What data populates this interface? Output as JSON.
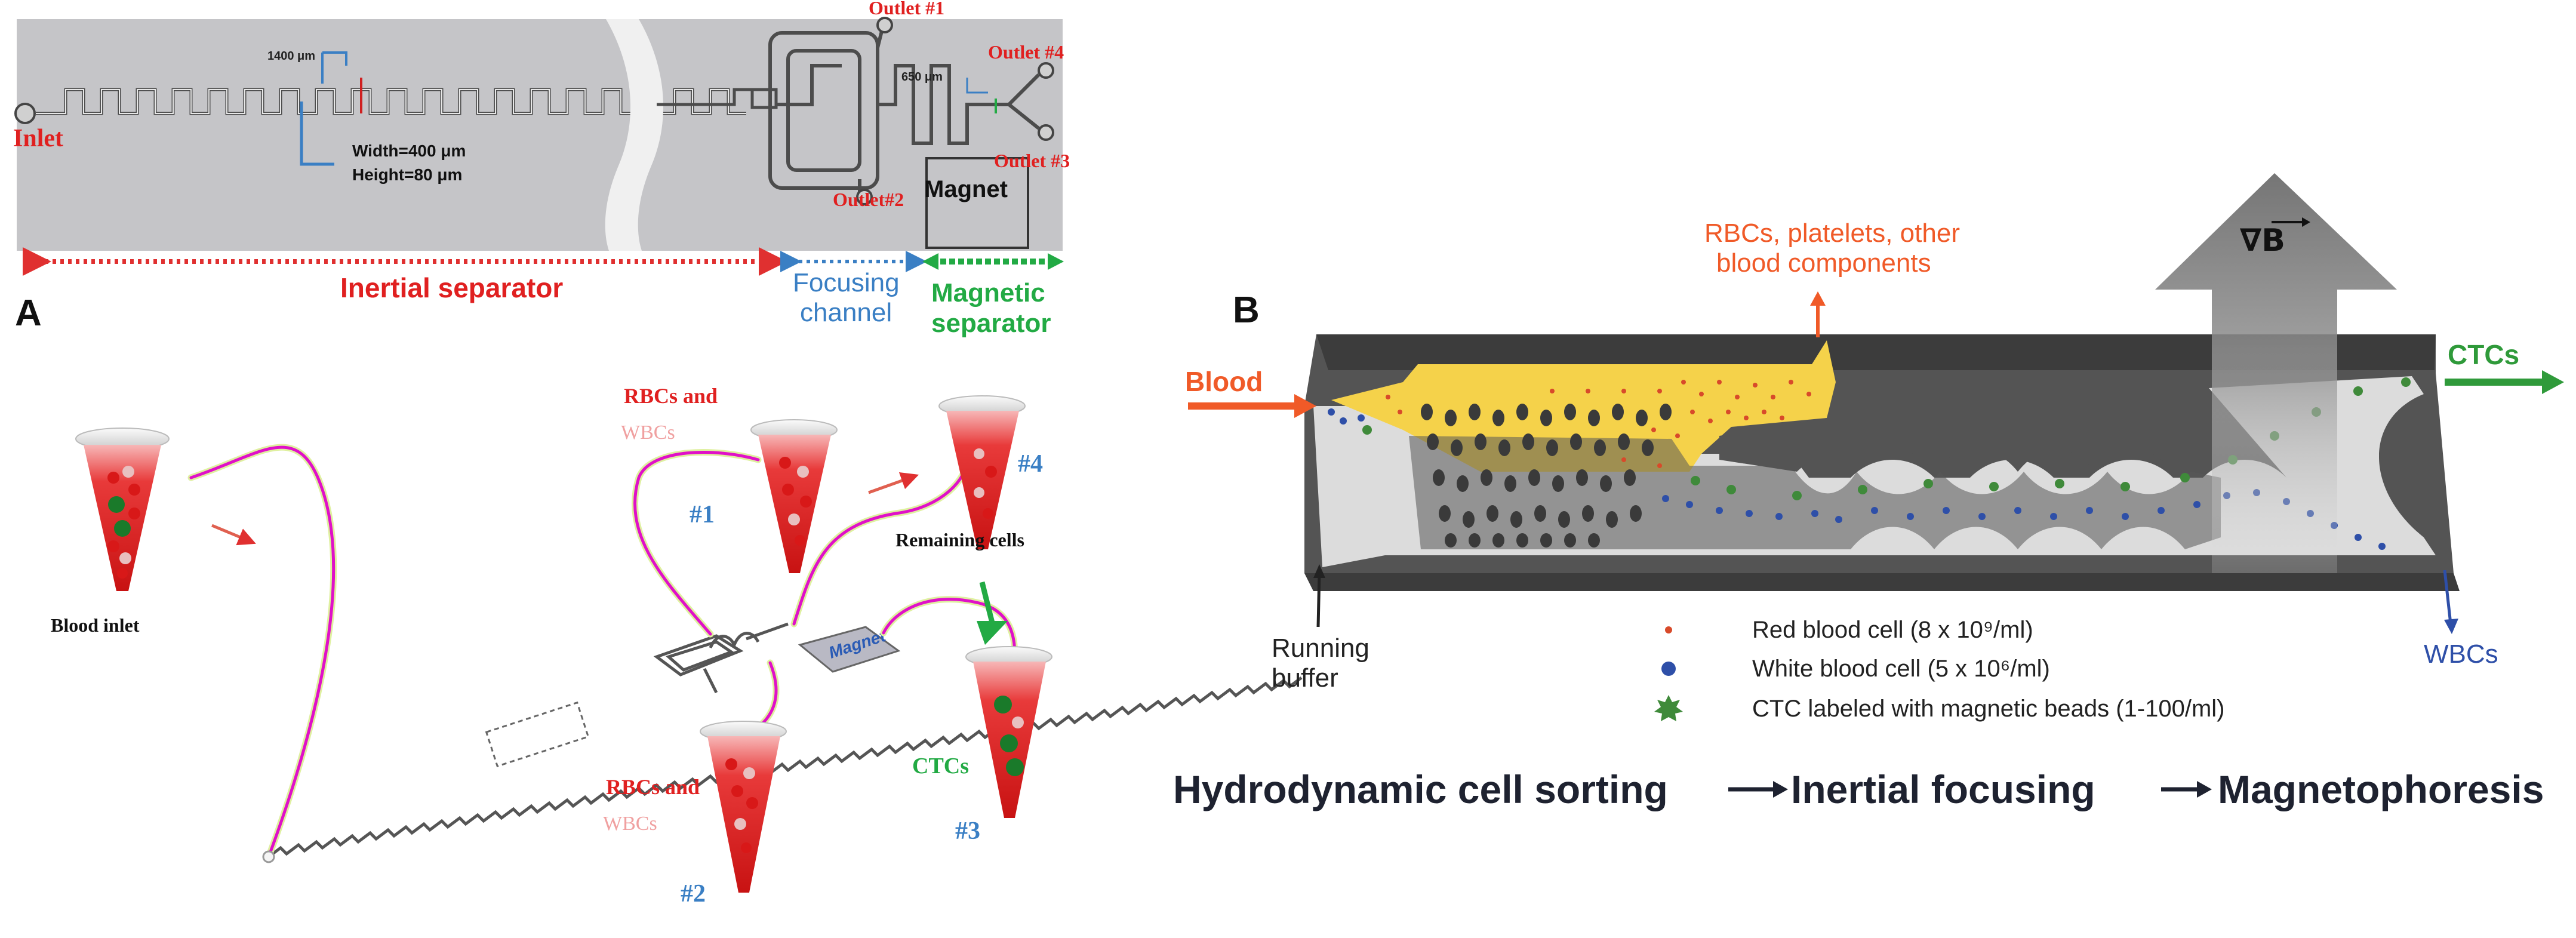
{
  "panel_a_top": {
    "panel_label": "A",
    "inlet": "Inlet",
    "outlet1": "Outlet #1",
    "outlet2": "Outlet#2",
    "outlet3": "Outlet #3",
    "outlet4": "Outlet #4",
    "dim_1400": "1400 μm",
    "dim_650": "650 μm",
    "width": "Width=400 μm",
    "height": "Height=80 μm",
    "magnet": "Magnet",
    "inertial": "Inertial separator",
    "focusing_1": "Focusing",
    "focusing_2": "channel",
    "magnetic_1": "Magnetic",
    "magnetic_2": "separator"
  },
  "panel_a_bottom": {
    "blood_inlet": "Blood inlet",
    "rbcs_and_1": "RBCs and",
    "wbcs_1": "WBCs",
    "num1": "#1",
    "num4": "#4",
    "remaining": "Remaining cells",
    "magnet_chip": "Magnet",
    "rbcs_and_2": "RBCs and",
    "wbcs_2": "WBCs",
    "num2": "#2",
    "ctcs": "CTCs",
    "num3": "#3"
  },
  "panel_b": {
    "panel_label": "B",
    "grad_b": "∇B",
    "rbc_top_1": "RBCs, platelets, other",
    "rbc_top_2": "blood components",
    "blood": "Blood",
    "ctcs": "CTCs",
    "running_1": "Running",
    "running_2": "buffer",
    "wbcs": "WBCs",
    "legend": [
      {
        "label": "Red blood cell (8 x 10⁹/ml)",
        "symbol": "red-dot",
        "color": "#d84a2a"
      },
      {
        "label": "White blood cell (5 x 10⁶/ml)",
        "symbol": "blue-dot",
        "color": "#2e4fa8"
      },
      {
        "label": "CTC labeled with magnetic beads (1-100/ml)",
        "symbol": "green-star",
        "color": "#3f8a3a"
      }
    ],
    "flow": [
      "Hydrodynamic cell sorting",
      "Inertial focusing",
      "Magnetophoresis"
    ]
  },
  "colors": {
    "red_label": "#e02020",
    "blue_label": "#3a7fc4",
    "green_label": "#22aa44",
    "tube_red": "#e0262a",
    "ctc_green": "#1a7a2a",
    "tube_line": "#e010c8",
    "chip_gray": "#c5c5c8",
    "channel_gray": "#505050",
    "yellow": "#f5d24a"
  }
}
